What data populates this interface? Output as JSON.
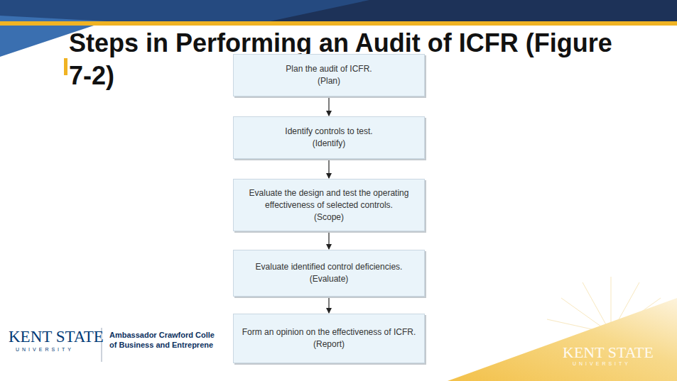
{
  "diagram": {
    "title": "Steps in Performing an Audit of ICFR (Figure 7-2)",
    "nodes": [
      {
        "text": [
          "Plan the audit of ICFR.",
          "(Plan)"
        ]
      },
      {
        "text": [
          "Identify controls to test.",
          "(Identify)"
        ]
      },
      {
        "text": [
          "Evaluate the design and test the operating effectiveness of selected controls.",
          "(Scope)"
        ]
      },
      {
        "text": [
          "Evaluate identified control deficiencies.",
          "(Evaluate)"
        ]
      },
      {
        "text": [
          "Form an opinion on the effectiveness of ICFR.",
          "(Report)"
        ]
      }
    ],
    "edges": [
      {
        "from": 0,
        "to": 1,
        "arrow": "to"
      },
      {
        "from": 1,
        "to": 2,
        "arrow": "to"
      },
      {
        "from": 2,
        "to": 3,
        "arrow": "to"
      },
      {
        "from": 3,
        "to": 4,
        "arrow": "to"
      }
    ],
    "labels": [
      "KENT STATE",
      "UNIVERSITY",
      "Ambassador Crawford Colle",
      "of Business and Entreprene",
      "KENT STATE",
      "UNIVERSITY"
    ]
  }
}
